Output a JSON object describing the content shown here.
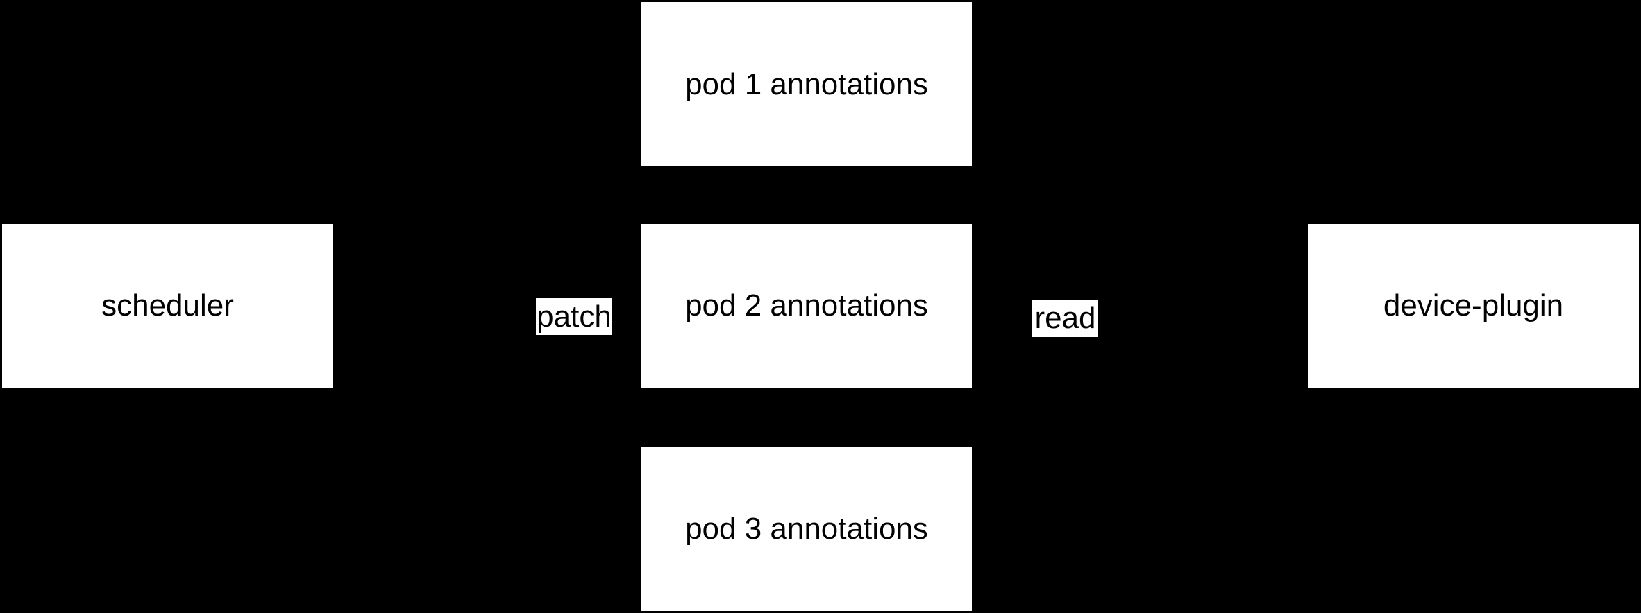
{
  "diagram": {
    "type": "flow-diagram",
    "colors": {
      "background": "#000000",
      "node_fill": "#ffffff",
      "text": "#000000"
    },
    "nodes": {
      "scheduler": {
        "label": "scheduler"
      },
      "pod1": {
        "label": "pod 1 annotations"
      },
      "pod2": {
        "label": "pod 2 annotations"
      },
      "pod3": {
        "label": "pod 3 annotations"
      },
      "device_plugin": {
        "label": "device-plugin"
      }
    },
    "edge_labels": {
      "patch": {
        "label": "patch"
      },
      "read": {
        "label": "read"
      }
    }
  }
}
